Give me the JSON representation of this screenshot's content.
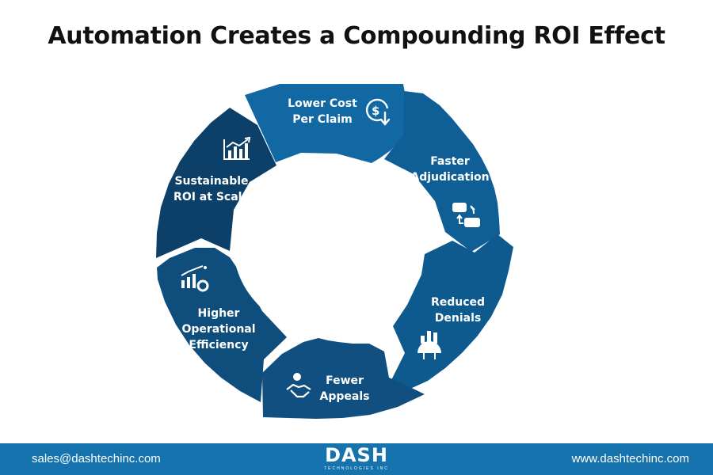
{
  "title": "Automation Creates a Compounding ROI Effect",
  "segments": [
    {
      "label": "Lower Cost\nPer Claim",
      "icon": "dollar-down-icon",
      "color": "#1268a3"
    },
    {
      "label": "Faster\nAdjudication",
      "icon": "swap-chat-icon",
      "color": "#0f5f96"
    },
    {
      "label": "Reduced\nDenials",
      "icon": "gear-chart-icon",
      "color": "#0e5a8f"
    },
    {
      "label": "Fewer\nAppeals",
      "icon": "handshake-icon",
      "color": "#104f7f"
    },
    {
      "label": "Higher\nOperational\nEfficiency",
      "icon": "bar-gear-icon",
      "color": "#0f4d7c"
    },
    {
      "label": "Sustainable\nROI at Scale",
      "icon": "line-chart-icon",
      "color": "#0c4068"
    }
  ],
  "footer": {
    "email": "sales@dashtechinc.com",
    "logo_text": "DASH",
    "logo_subtext": "TECHNOLOGIES INC",
    "website": "www.dashtechinc.com"
  },
  "colors": {
    "footer_bg": "#1673ad",
    "title": "#111111"
  }
}
